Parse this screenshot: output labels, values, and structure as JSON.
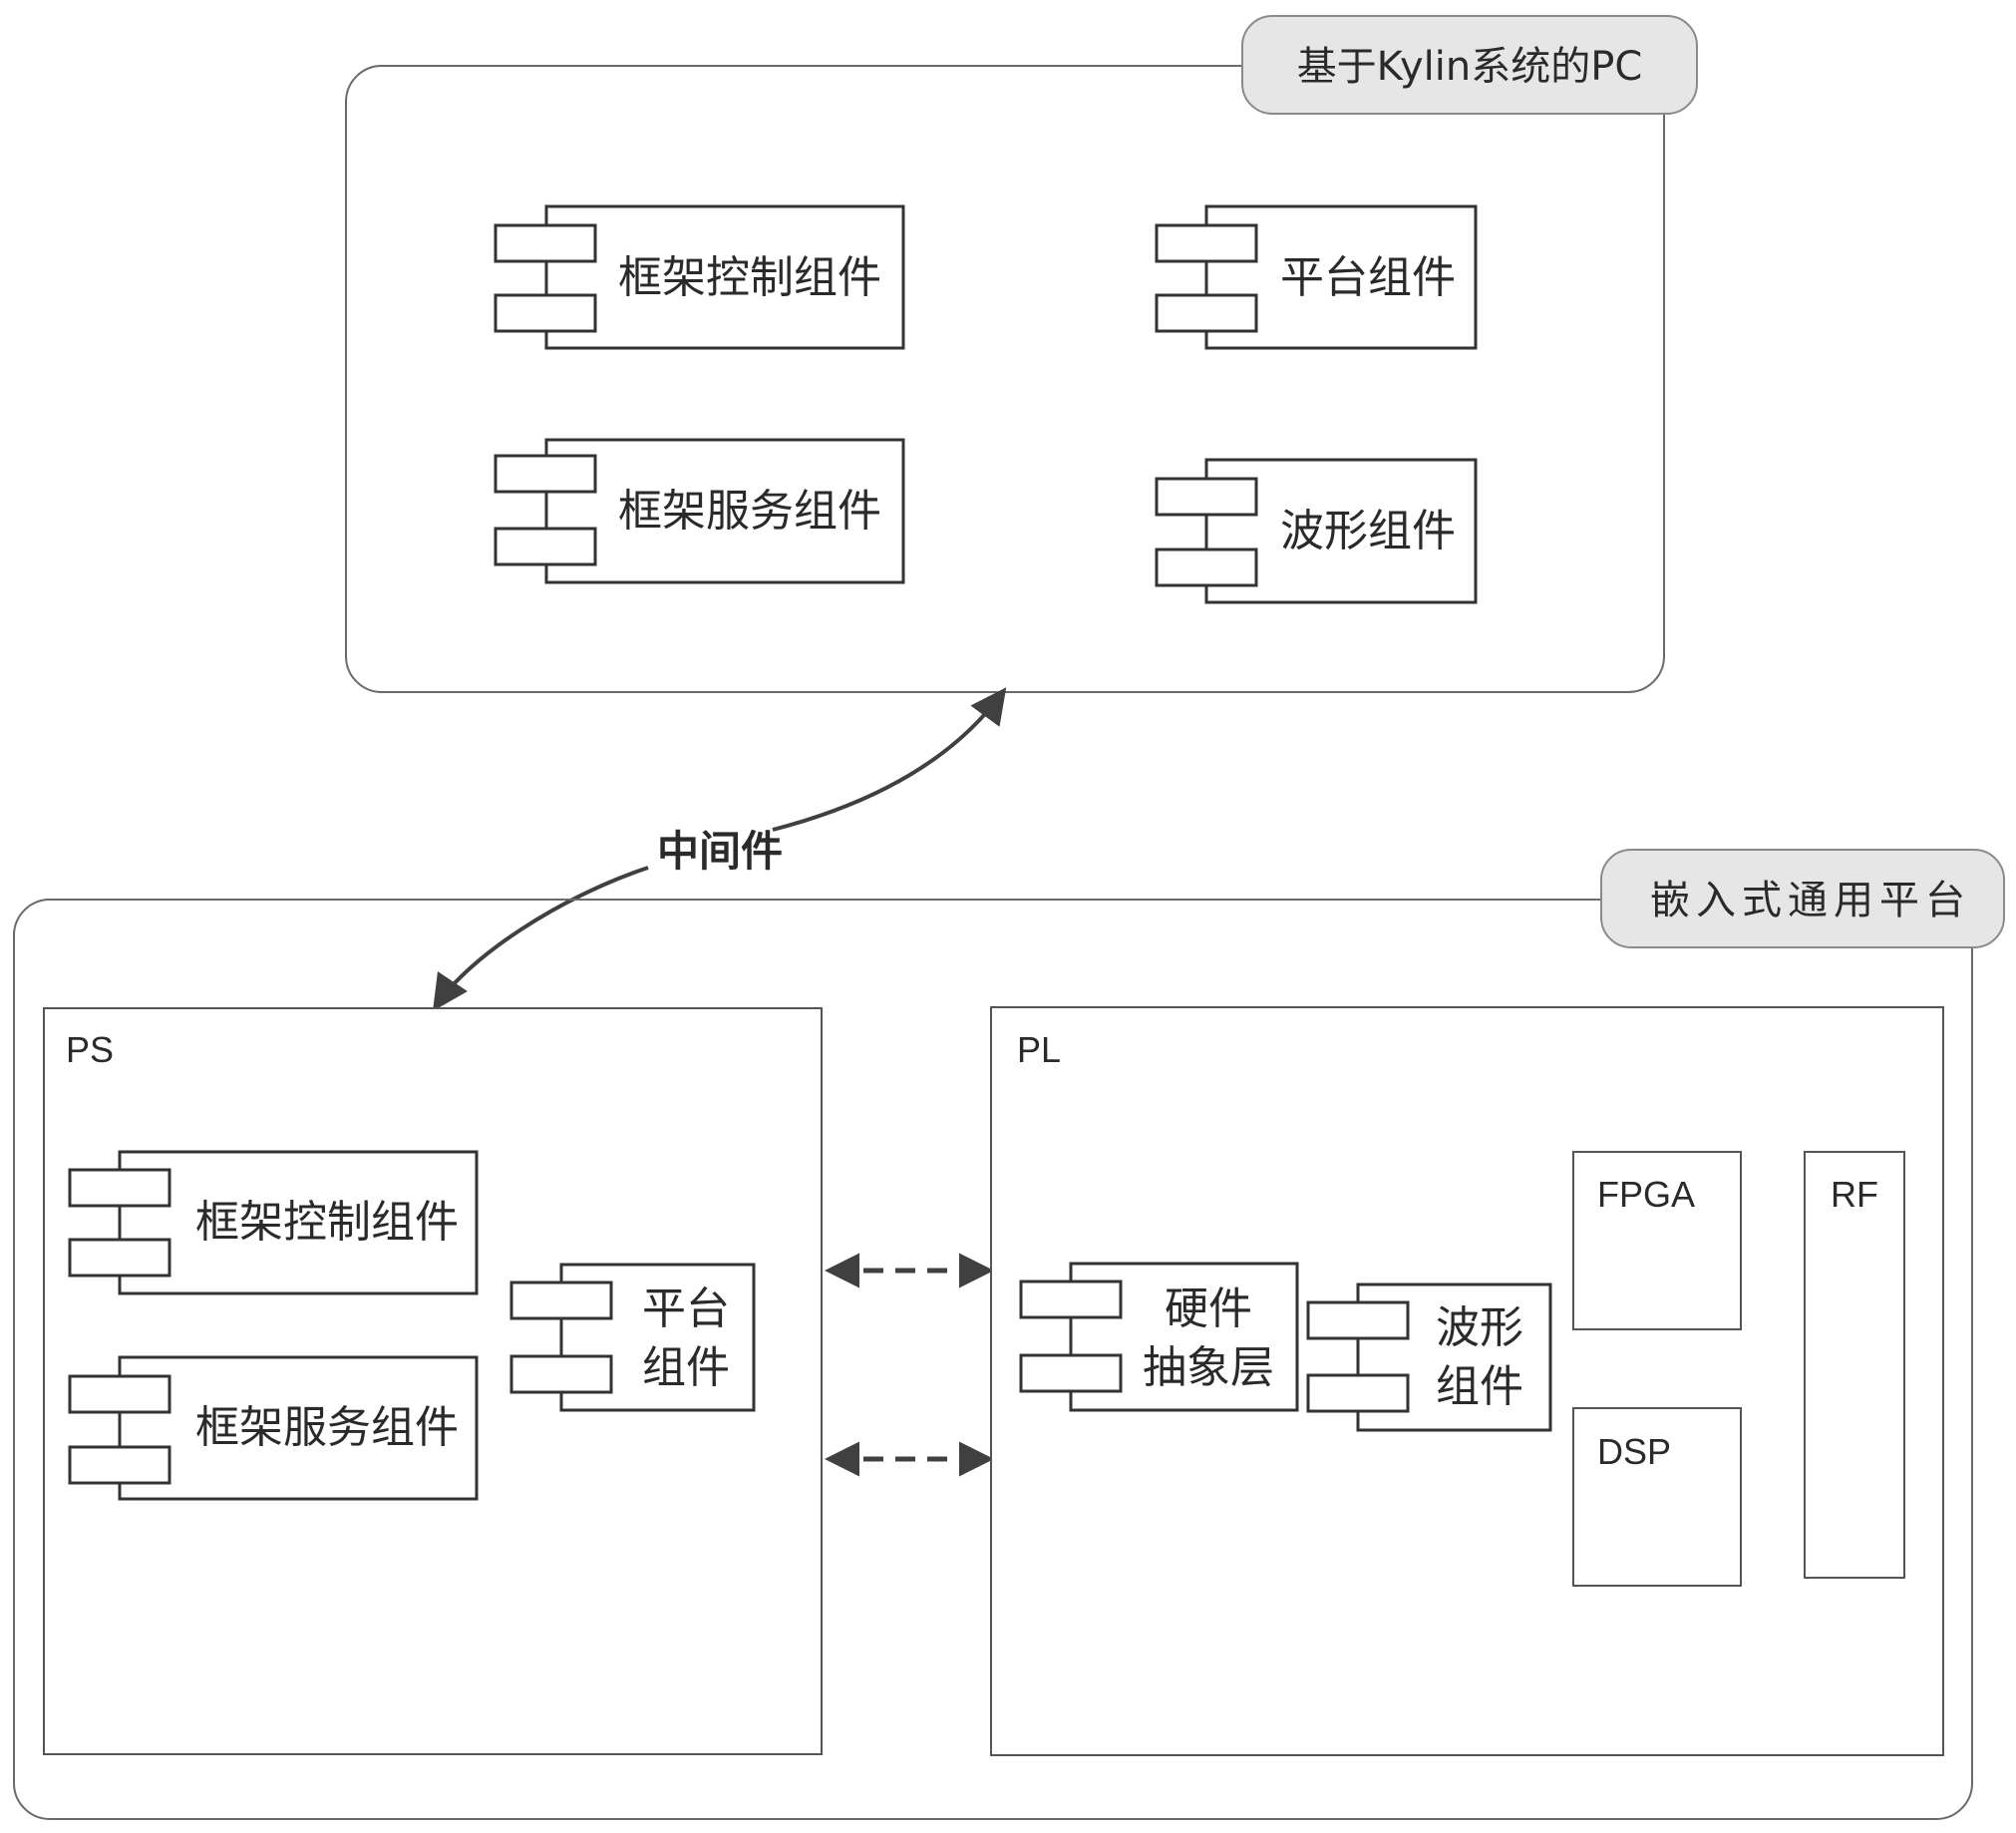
{
  "pc_node": {
    "title": "基于Kylin系统的PC",
    "components": {
      "frame_control": "框架控制组件",
      "frame_service": "框架服务组件",
      "platform": "平台组件",
      "waveform": "波形组件"
    }
  },
  "connector": {
    "label": "中间件"
  },
  "embedded_node": {
    "title": "嵌入式通用平台",
    "ps": {
      "label": "PS",
      "frame_control": "框架控制组件",
      "frame_service": "框架服务组件",
      "platform_line1": "平台",
      "platform_line2": "组件"
    },
    "pl": {
      "label": "PL",
      "hal_line1": "硬件",
      "hal_line2": "抽象层",
      "waveform_line1": "波形",
      "waveform_line2": "组件",
      "fpga": "FPGA",
      "dsp": "DSP",
      "rf": "RF"
    }
  }
}
